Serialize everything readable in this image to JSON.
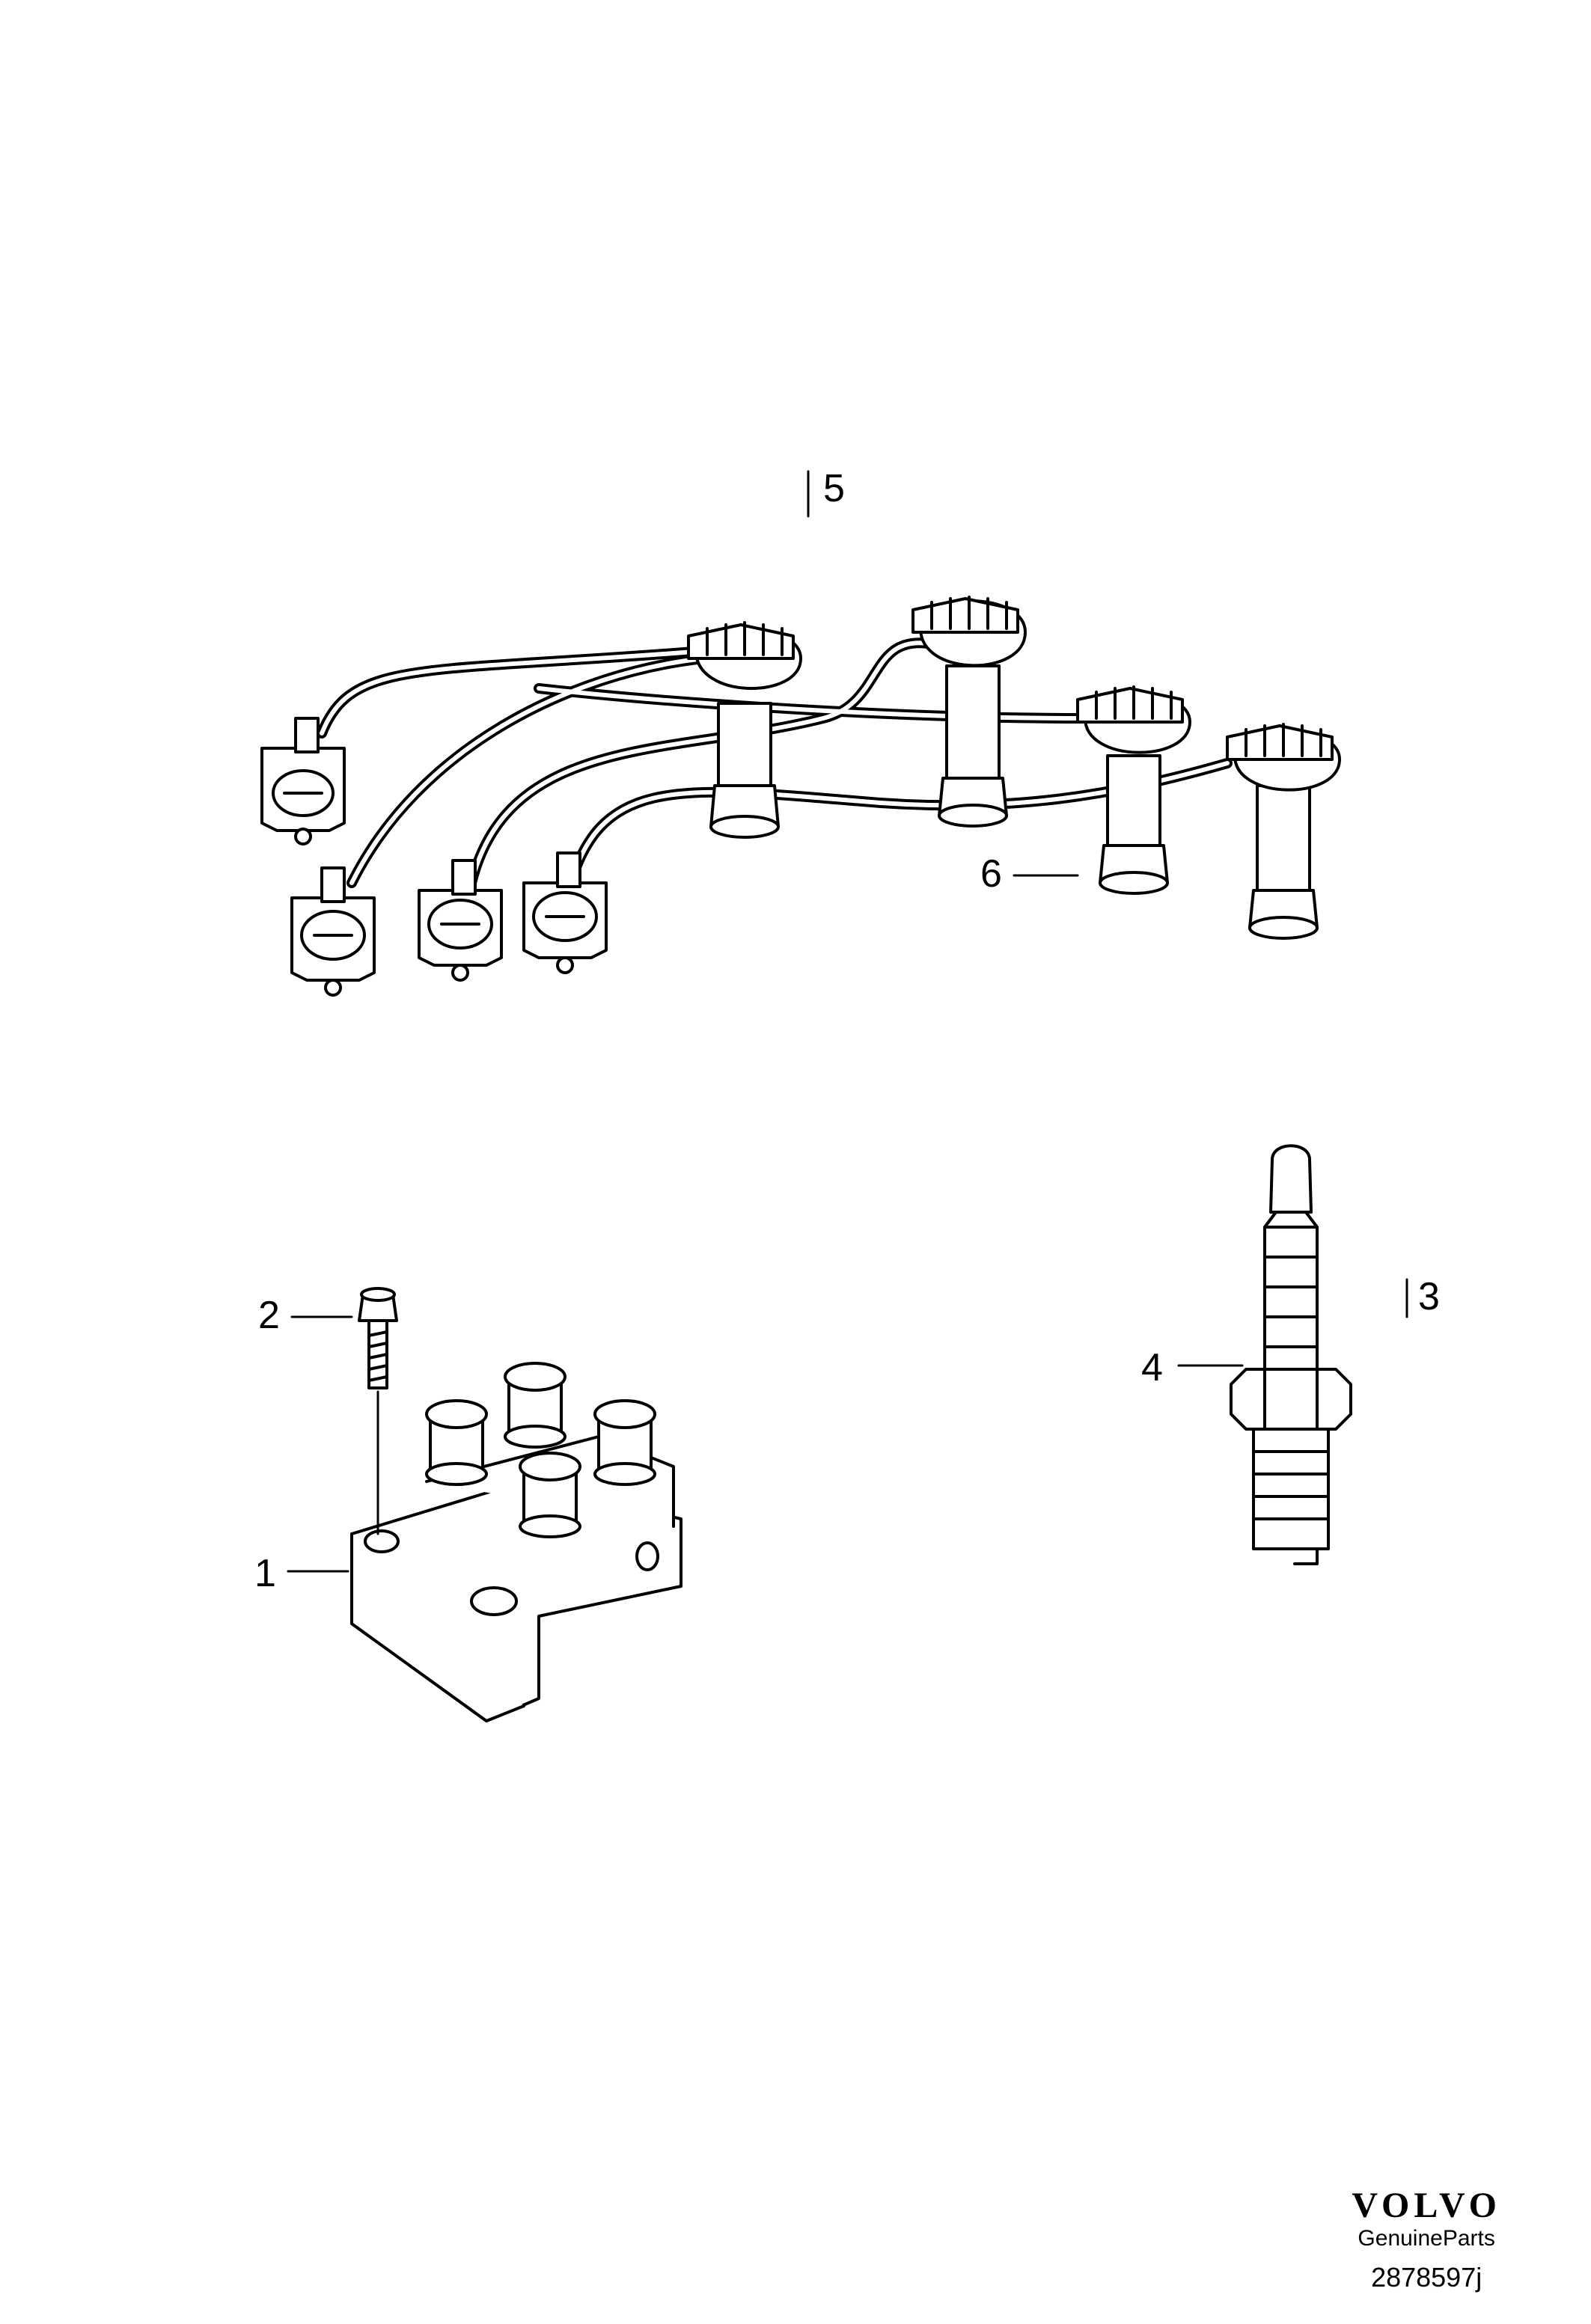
{
  "callouts": {
    "c1": "1",
    "c2": "2",
    "c3": "3",
    "c4": "4",
    "c5": "5",
    "c6": "6"
  },
  "footer": {
    "brand": "VOLVO",
    "tagline": "GenuineParts",
    "reference": "2878597j"
  }
}
